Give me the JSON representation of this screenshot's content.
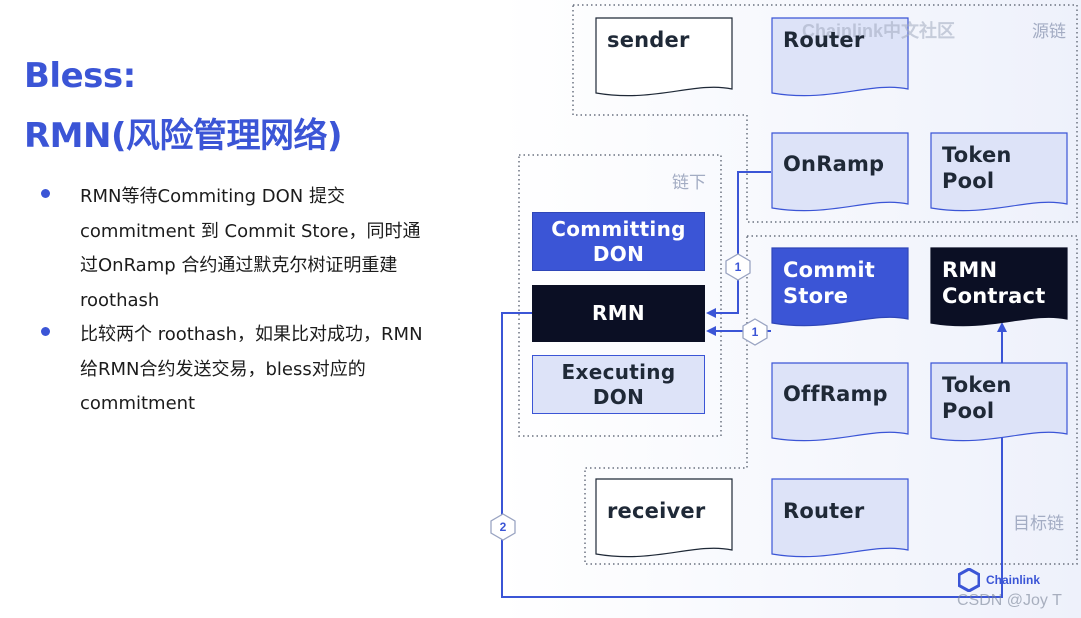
{
  "title_line1": "Bless:",
  "title_line2": "RMN(风险管理网络)",
  "bullets": [
    "RMN等待Commiting DON 提交 commitment 到 Commit Store，同时通过OnRamp 合约通过默克尔树证明重建 roothash",
    "比较两个 roothash，如果比对成功，RMN给RMN合约发送交易，bless对应的 commitment"
  ],
  "zones": {
    "source": "源链",
    "offchain": "链下",
    "dest": "目标链"
  },
  "nodes": {
    "sender": "sender",
    "router_src": "Router",
    "onramp": "OnRamp",
    "token_pool_src": "Token Pool",
    "committing_don": "Committing DON",
    "rmn": "RMN",
    "executing_don": "Executing DON",
    "commit_store": "Commit Store",
    "rmn_contract": "RMN Contract",
    "offramp": "OffRamp",
    "token_pool_dst": "Token Pool",
    "receiver": "receiver",
    "router_dst": "Router"
  },
  "steps": {
    "s1a": "1",
    "s1b": "1",
    "s2": "2"
  },
  "brand": "Chainlink",
  "watermark_top": "Chainlink中文社区",
  "watermark_bottom": "CSDN @Joy T",
  "colors": {
    "accent": "#3b55d6",
    "light_fill": "#dde3f8",
    "dark_fill": "#0b0f24",
    "bg_tint": "#f2f4fc"
  }
}
